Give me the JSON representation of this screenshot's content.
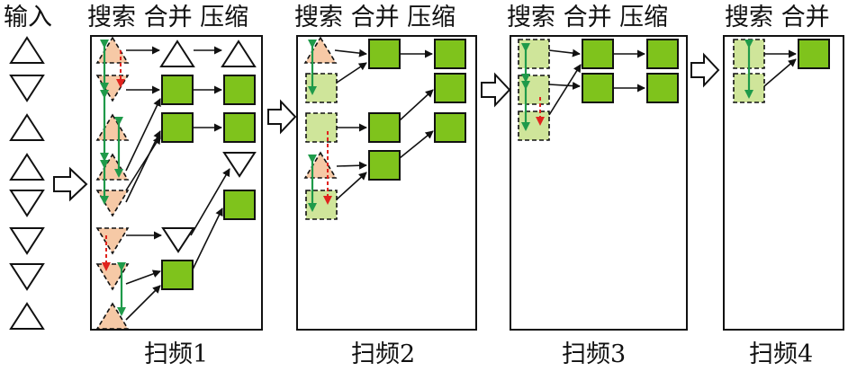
{
  "labels": {
    "input": "输入",
    "stage_heads": [
      "搜索 合并 压缩",
      "搜索 合并 压缩",
      "搜索 合并 压缩",
      "搜索 合并"
    ],
    "sweeps": [
      "扫频1",
      "扫频2",
      "扫频3",
      "扫频4"
    ]
  },
  "colors": {
    "search_triangle_fill": "#f6c9a6",
    "square_fill": "#7fc31c",
    "search_square_fill": "#cfe59a",
    "swap_arrow": "#1f9a4a",
    "red_arrow": "#e0231d",
    "outline": "#111111"
  }
}
